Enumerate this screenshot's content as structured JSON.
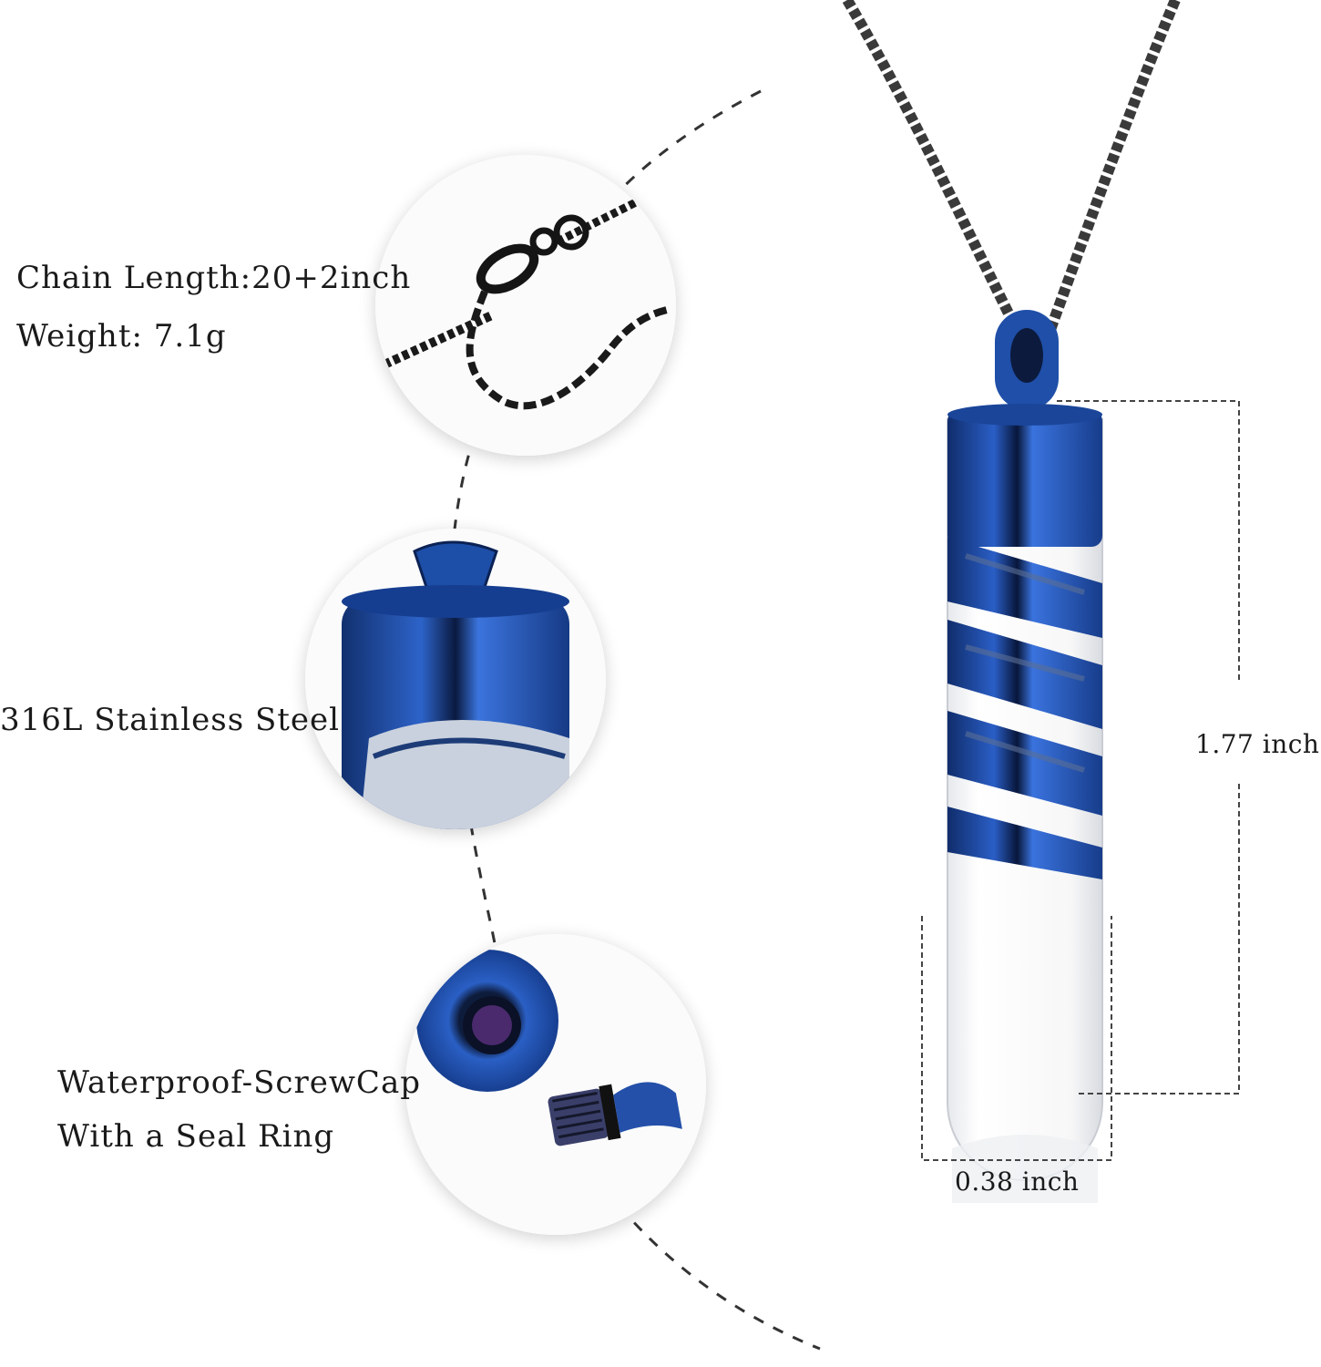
{
  "callouts": {
    "chain": {
      "line1": "Chain Length:20+2inch",
      "line2": "Weight: 7.1g"
    },
    "material": {
      "line1": "316L Stainless Steel"
    },
    "cap": {
      "line1": "Waterproof-ScrewCap",
      "line2": "With a Seal Ring"
    }
  },
  "dimensions": {
    "height": "1.77 inch",
    "width": "0.38 inch"
  },
  "colors": {
    "pendant_blue": "#1f4fa8",
    "chain_dark": "#2b2b2b",
    "dash": "#333333"
  },
  "icons": [
    "chain-clasp-image",
    "pendant-cap-image",
    "screw-cap-image",
    "pendant-necklace-image"
  ]
}
